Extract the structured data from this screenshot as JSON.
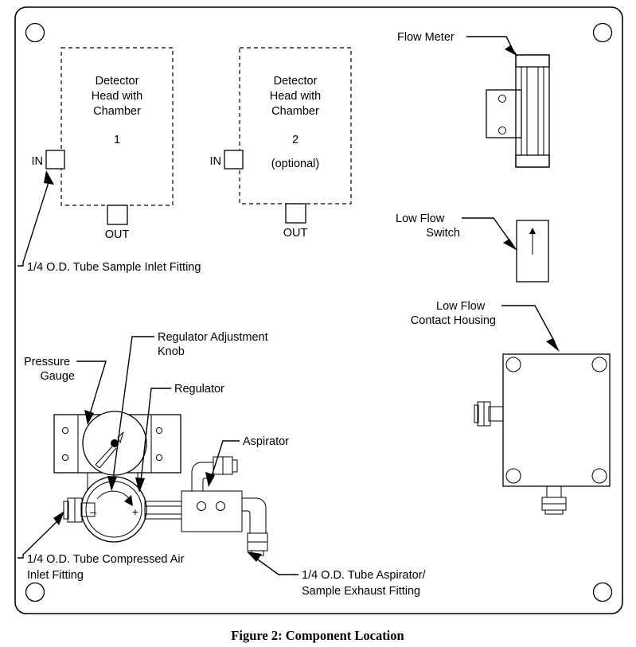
{
  "figure": {
    "caption": "Figure 2: Component Location"
  },
  "panel": {
    "name": "sample-conditioning-panel",
    "mounting_holes": 4
  },
  "detectors": [
    {
      "title_line1": "Detector",
      "title_line2": "Head with",
      "title_line3": "Chamber",
      "number": "1",
      "note": "",
      "inlet_label": "IN",
      "outlet_label": "OUT"
    },
    {
      "title_line1": "Detector",
      "title_line2": "Head with",
      "title_line3": "Chamber",
      "number": "2",
      "note": "(optional)",
      "inlet_label": "IN",
      "outlet_label": "OUT"
    }
  ],
  "callouts": {
    "sample_inlet_fitting": "1/4 O.D. Tube Sample Inlet Fitting",
    "flow_meter": "Flow Meter",
    "low_flow_switch_line1": "Low Flow",
    "low_flow_switch_line2": "Switch",
    "low_flow_contact_line1": "Low Flow",
    "low_flow_contact_line2": "Contact Housing",
    "pressure_gauge_line1": "Pressure",
    "pressure_gauge_line2": "Gauge",
    "regulator_knob_line1": "Regulator Adjustment",
    "regulator_knob_line2": "Knob",
    "regulator": "Regulator",
    "aspirator": "Aspirator",
    "compressed_air_line1": "1/4 O.D. Tube Compressed Air",
    "compressed_air_line2": "Inlet Fitting",
    "aspirator_exhaust_line1": "1/4 O.D. Tube Aspirator/",
    "aspirator_exhaust_line2": "Sample Exhaust Fitting"
  },
  "colors": {
    "ink": "#000000",
    "paper": "#ffffff"
  }
}
